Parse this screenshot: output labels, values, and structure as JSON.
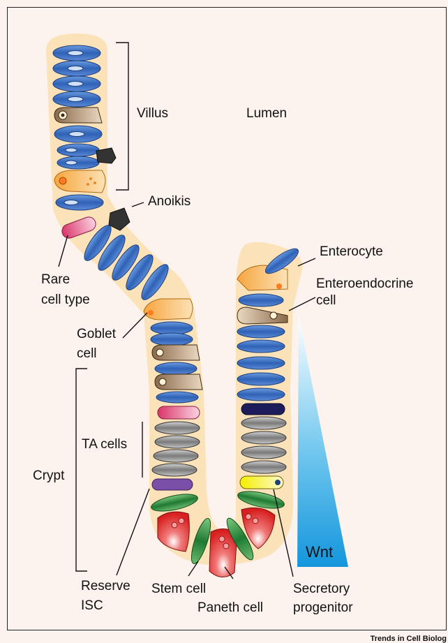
{
  "labels": {
    "villus": "Villus",
    "lumen": "Lumen",
    "anoikis": "Anoikis",
    "enterocyte": "Enterocyte",
    "enteroendocrine_1": "Enteroendocrine",
    "enteroendocrine_2": "cell",
    "rare_1": "Rare",
    "rare_2": "cell type",
    "goblet_1": "Goblet",
    "goblet_2": "cell",
    "ta_cells": "TA cells",
    "crypt": "Crypt",
    "wnt": "Wnt",
    "reserve_1": "Reserve",
    "reserve_2": "ISC",
    "stem_cell": "Stem cell",
    "paneth_cell": "Paneth cell",
    "secretory_1": "Secretory",
    "secretory_2": "progenitor"
  },
  "credit": "Trends in Cell Biolog",
  "colors": {
    "background": "#fdf3ee",
    "tissue": "#fbe2b8",
    "enterocyte": "#3c74c4",
    "enteroendocrine": "#b59674",
    "goblet": "#f3b562",
    "rare_cell": "#e05a86",
    "ta_cell": "#8a8a8a",
    "stem_cell": "#2e8b40",
    "paneth_cell": "#e03a3a",
    "reserve_isc": "#7a4fa8",
    "secretory_progenitor": "#f0e000",
    "wnt_gradient_top": "#ffffff",
    "wnt_gradient_bottom": "#1a9fe0",
    "anoikis_cell": "#333333"
  }
}
